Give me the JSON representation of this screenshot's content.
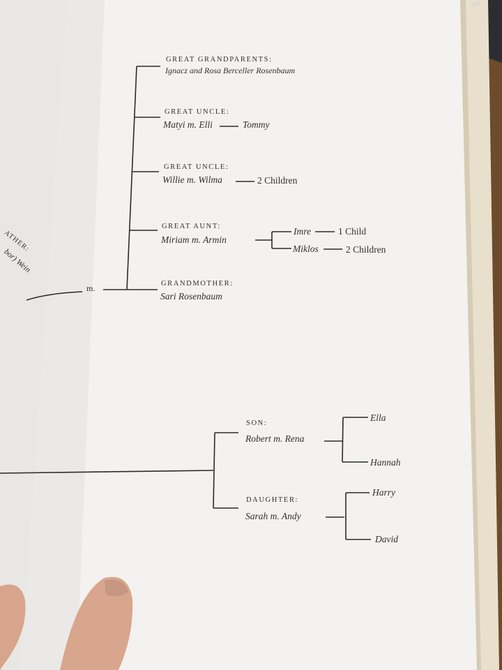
{
  "keyboard": {
    "ctrl_label": "ctrl"
  },
  "left_page": {
    "fragment_label": "ATHER:",
    "fragment_name": "bor) Wein"
  },
  "tree": {
    "marriage_connector": "m.",
    "great_grandparents": {
      "label": "GREAT GRANDPARENTS:",
      "names": "Ignacz and Rosa Berceller Rosenbaum"
    },
    "great_uncle_1": {
      "label": "GREAT UNCLE:",
      "names": "Matyi m. Elli",
      "child": "Tommy"
    },
    "great_uncle_2": {
      "label": "GREAT UNCLE:",
      "names": "Willie m. Wilma",
      "children": "2 Children"
    },
    "great_aunt": {
      "label": "GREAT AUNT:",
      "names": "Miriam m. Armin",
      "children": [
        {
          "name": "Imre",
          "offspring": "1 Child"
        },
        {
          "name": "Miklos",
          "offspring": "2 Children"
        }
      ]
    },
    "grandmother": {
      "label": "GRANDMOTHER:",
      "names": "Sari Rosenbaum"
    },
    "son": {
      "label": "SON:",
      "names": "Robert m. Rena",
      "children": [
        "Ella",
        "Hannah"
      ]
    },
    "daughter": {
      "label": "DAUGHTER:",
      "names": "Sarah m. Andy",
      "children": [
        "Harry",
        "David"
      ]
    }
  }
}
